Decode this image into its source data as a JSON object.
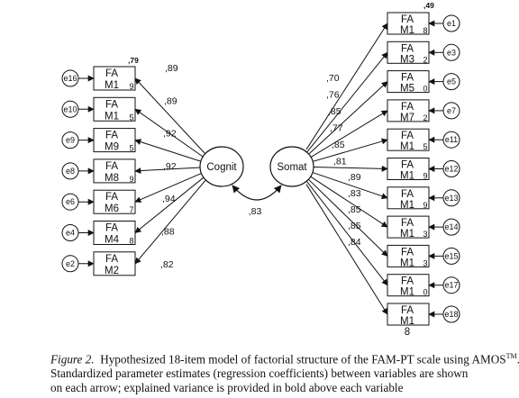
{
  "diagram": {
    "latents": {
      "cognit": {
        "label": "Cognit"
      },
      "somat": {
        "label": "Somat"
      }
    },
    "covariance": ",83",
    "cognit_items": [
      {
        "line1": "FA",
        "line2": "M1",
        "frag": "9",
        "error": "e16",
        "loading": ",89",
        "r2": ",79"
      },
      {
        "line1": "FA",
        "line2": "M1",
        "frag": "5",
        "error": "e10",
        "loading": ",89",
        "r2": ""
      },
      {
        "line1": "FA",
        "line2": "M9",
        "frag": "5",
        "error": "e9",
        "loading": ",92",
        "r2": ""
      },
      {
        "line1": "FA",
        "line2": "M8",
        "frag": "9",
        "error": "e8",
        "loading": ",92",
        "r2": ""
      },
      {
        "line1": "FA",
        "line2": "M6",
        "frag": "7",
        "error": "e6",
        "loading": ",94",
        "r2": ""
      },
      {
        "line1": "FA",
        "line2": "M4",
        "frag": "8",
        "error": "e4",
        "loading": ",88",
        "r2": ""
      },
      {
        "line1": "FA",
        "line2": "M2",
        "frag": "",
        "error": "e2",
        "loading": ",82",
        "r2": ""
      }
    ],
    "somat_items": [
      {
        "line1": "FA",
        "line2": "M1",
        "frag": "8",
        "error": "e1",
        "loading": ",70",
        "r2": ",49"
      },
      {
        "line1": "FA",
        "line2": "M3",
        "frag": "2",
        "error": "e3",
        "loading": ",76",
        "r2": ""
      },
      {
        "line1": "FA",
        "line2": "M5",
        "frag": "0",
        "error": "e5",
        "loading": ",85",
        "r2": ""
      },
      {
        "line1": "FA",
        "line2": "M7",
        "frag": "2",
        "error": "e7",
        "loading": ",77",
        "r2": ""
      },
      {
        "line1": "FA",
        "line2": "M1",
        "frag": "5",
        "error": "e11",
        "loading": ",85",
        "r2": ""
      },
      {
        "line1": "FA",
        "line2": "M1",
        "frag": "9",
        "error": "e12",
        "loading": ",81",
        "r2": ""
      },
      {
        "line1": "FA",
        "line2": "M1",
        "frag": "9",
        "error": "e13",
        "loading": ",89",
        "r2": ""
      },
      {
        "line1": "FA",
        "line2": "M1",
        "frag": "3",
        "error": "e14",
        "loading": ",83",
        "r2": ""
      },
      {
        "line1": "FA",
        "line2": "M1",
        "frag": "3",
        "error": "e15",
        "loading": ",85",
        "r2": ""
      },
      {
        "line1": "FA",
        "line2": "M1",
        "frag": "0",
        "error": "e17",
        "loading": ",85",
        "r2": ""
      },
      {
        "line1": "FA",
        "line2": "M1",
        "line3": "8",
        "frag": "",
        "error": "e18",
        "loading": ",84",
        "r2": ""
      }
    ]
  },
  "caption": {
    "label": "Figure 2.",
    "line1_text": "Hypothesized 18-item model of factorial structure of the FAM-PT scale using AMOS",
    "trademark": "TM",
    "line1_end": ".",
    "line2": "Standardized parameter estimates (regression coefficients) between variables are shown",
    "line3": "on each arrow; explained variance is provided in bold above each variable"
  }
}
